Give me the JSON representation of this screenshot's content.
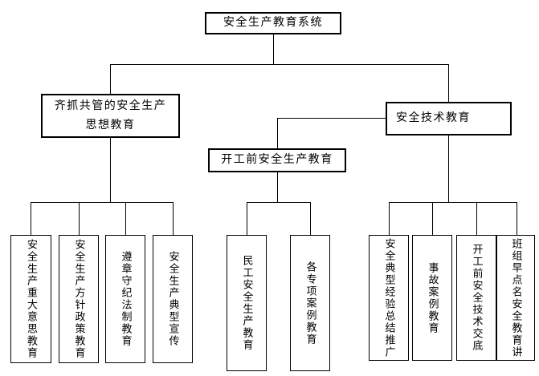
{
  "diagram": {
    "root": {
      "label": "安全生产教育系统"
    },
    "left_branch": {
      "line1": "齐抓共管的安全生产",
      "line2": "思想教育"
    },
    "middle_branch": {
      "label": "开工前安全生产教育"
    },
    "right_branch": {
      "label": "安全技术教育"
    },
    "left_leaves": [
      {
        "label": "安全生产重大意思教育"
      },
      {
        "label": "安全生产方针政策教育"
      },
      {
        "label": "遵章守纪法制教育"
      },
      {
        "label": "安全生产典型宣传"
      }
    ],
    "middle_leaves": [
      {
        "label": "民工安全生产教育"
      },
      {
        "label": "各专项案例教育"
      }
    ],
    "right_leaves": [
      {
        "label": "安全典型经验总结推广"
      },
      {
        "label": "事故案例教育"
      },
      {
        "label": "开工前安全技术交底"
      },
      {
        "label": "班组早点名安全教育讲"
      }
    ],
    "colors": {
      "border": "#000000",
      "background": "#ffffff",
      "text": "#000000"
    }
  }
}
